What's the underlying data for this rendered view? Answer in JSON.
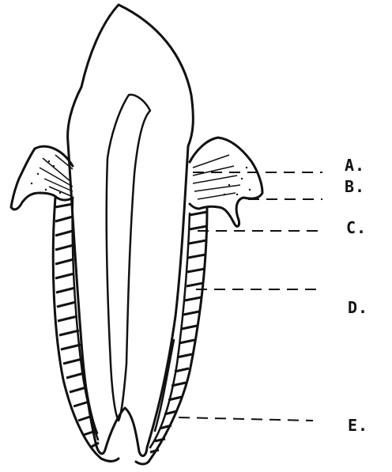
{
  "labels": {
    "a": "A.",
    "b": "B.",
    "c": "C.",
    "d": "D.",
    "e": "E."
  },
  "colors": {
    "ink": "#111111",
    "paper": "#ffffff"
  }
}
